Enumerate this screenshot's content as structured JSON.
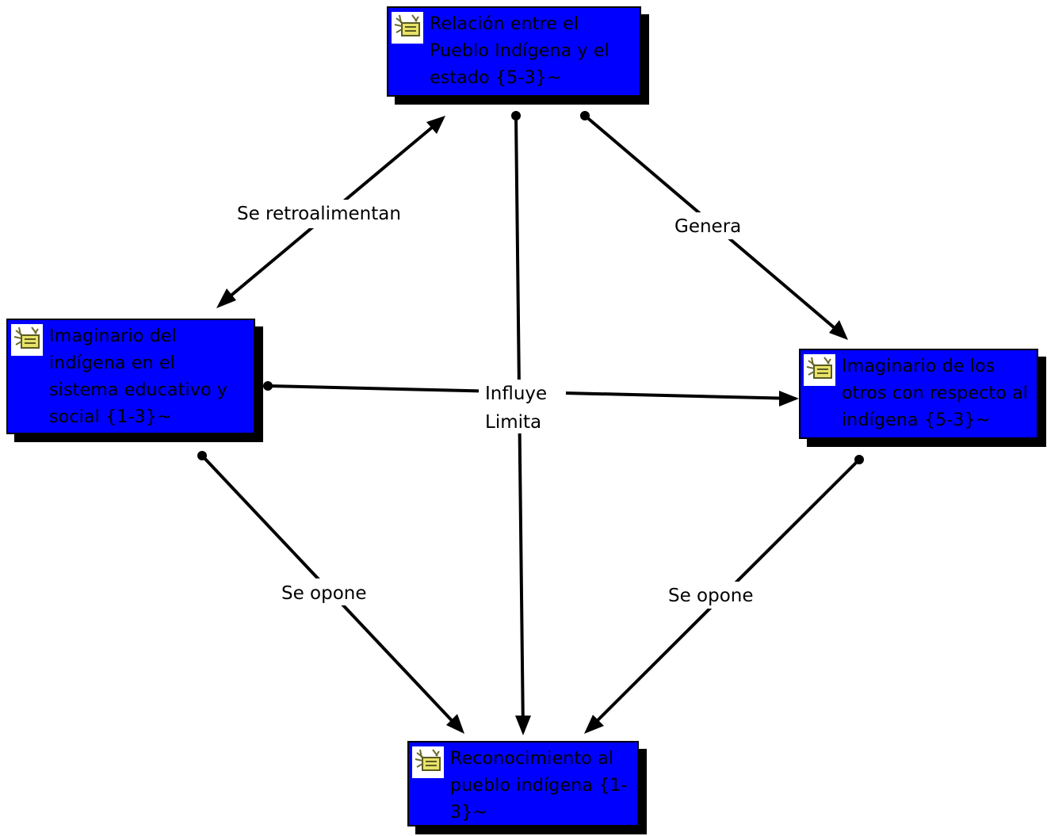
{
  "nodes": {
    "top": {
      "text": "Relación entre el Pueblo Indígena y el estado {5-3}~",
      "icon": "memo-concept-icon"
    },
    "left": {
      "text": "Imaginario del indígena en el sistema educativo y social {1-3}~",
      "icon": "memo-concept-icon"
    },
    "right": {
      "text": "Imaginario de los otros con respecto al indígena {5-3}~",
      "icon": "memo-concept-icon"
    },
    "bottom": {
      "text": "Reconocimiento al pueblo indígena {1-3}~",
      "icon": "memo-concept-icon"
    }
  },
  "edges": {
    "retro": "Se retroalimentan",
    "genera": "Genera",
    "influye": "Influye",
    "limita": "Limita",
    "opone_left": "Se opone",
    "opone_right": "Se opone"
  },
  "colors": {
    "node_fill": "#0000ff",
    "node_shadow": "#000000",
    "edge": "#000000",
    "background": "#ffffff"
  }
}
